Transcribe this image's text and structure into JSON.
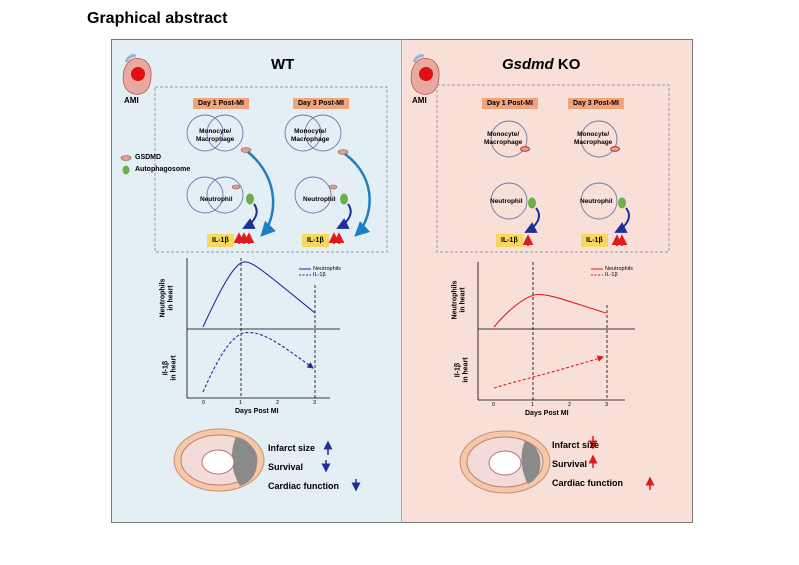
{
  "title": "Graphical abstract",
  "legend": {
    "gsdmd": "GSDMD",
    "autophagosome": "Autophagosome"
  },
  "wt": {
    "title": "WT",
    "ami": "AMI",
    "day1": "Day 1 Post-MI",
    "day3": "Day 3 Post-MI",
    "monocyte": "Monocyte/\nMacrophage",
    "neutrophil": "Neutrophil",
    "il1b": "IL-1β",
    "graph_legend_neut": "Neutrophils",
    "graph_legend_il": "IL-1β",
    "ylabel_top": "Neutrophils\nin heart",
    "ylabel_bottom": "Il-1β\nin heart",
    "xlabel": "Days Post MI",
    "ticks": [
      "0",
      "1",
      "2",
      "3"
    ],
    "outcomes": [
      "Infarct size",
      "Survival",
      "Cardiac function"
    ]
  },
  "ko": {
    "title_italic": "Gsdmd",
    "title_rest": " KO",
    "ami": "AMI",
    "day1": "Day 1 Post-MI",
    "day3": "Day 3 Post-MI",
    "monocyte": "Monocyte/\nMacrophage",
    "neutrophil": "Neutrophil",
    "il1b": "IL-1β",
    "graph_legend_neut": "Neutrophils",
    "graph_legend_il": "IL-1β",
    "ylabel_top": "Neutrophils\nin heart",
    "ylabel_bottom": "Il-1β\nin heart",
    "xlabel": "Days Post MI",
    "ticks": [
      "0",
      "1",
      "2",
      "3"
    ],
    "outcomes": [
      "Infarct size",
      "Survival",
      "Cardiac function"
    ]
  },
  "colors": {
    "wt_bg": "#e4eef5",
    "ko_bg": "#f8e0d8",
    "blue": "#1f2f9a",
    "red": "#e01b1b",
    "teal": "#1e7fc2"
  }
}
